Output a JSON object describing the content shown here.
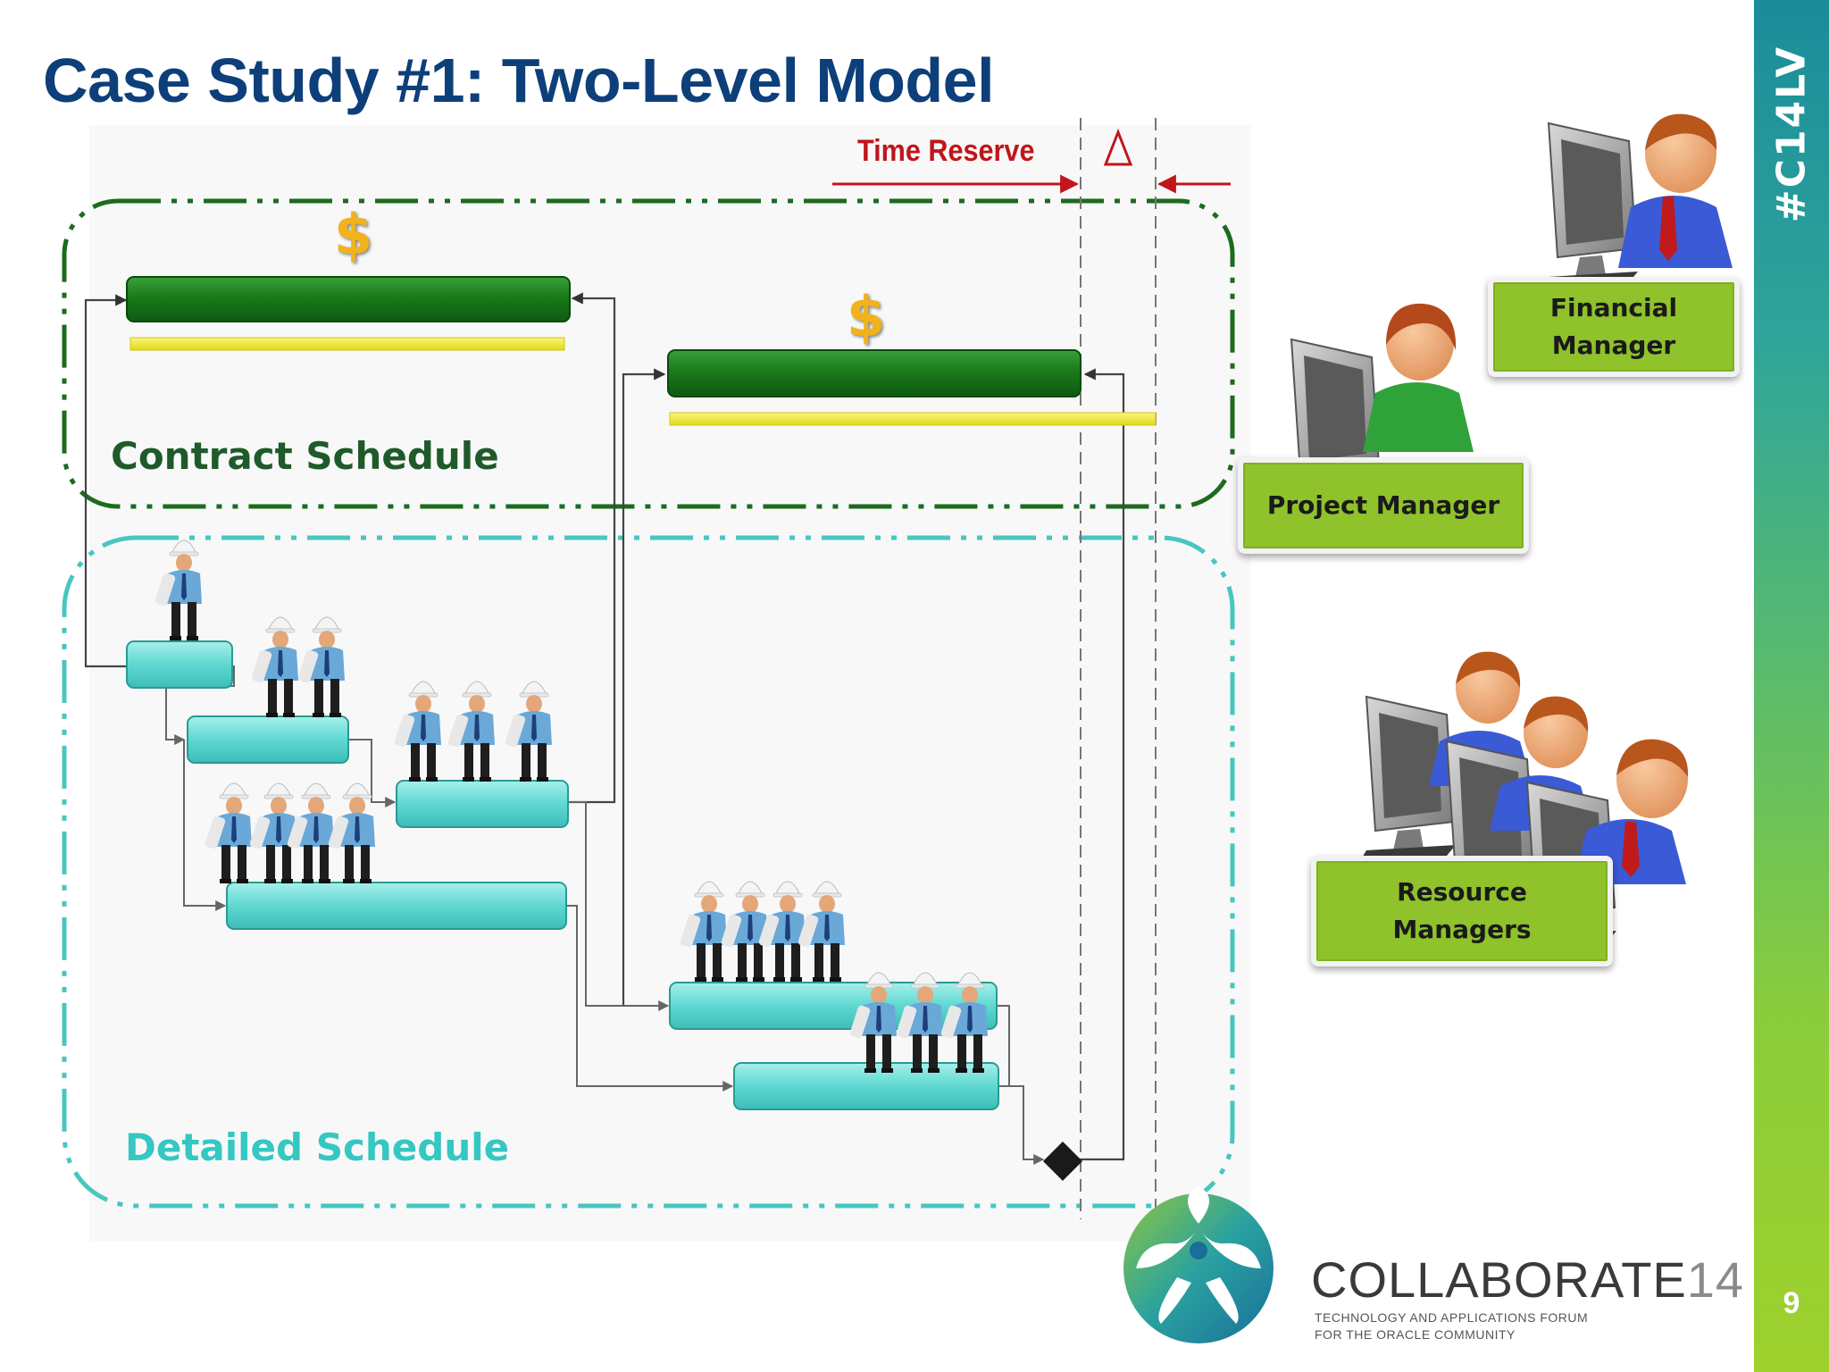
{
  "slide": {
    "title": "Case Study #1: Two-Level Model",
    "hashtag": "#C14LV",
    "page_number": "9"
  },
  "diagram": {
    "time_reserve_label": "Time Reserve",
    "delta_symbol": "Δ",
    "contract_schedule_label": "Contract Schedule",
    "detailed_schedule_label": "Detailed Schedule",
    "currency_symbol": "$"
  },
  "roles": {
    "financial_manager": "Financial\nManager",
    "project_manager": "Project Manager",
    "resource_managers": "Resource\nManagers"
  },
  "branding": {
    "name": "COLLABORATE",
    "year": "14",
    "tagline": "TECHNOLOGY AND APPLICATIONS FORUM\nFOR THE ORACLE COMMUNITY"
  },
  "colors": {
    "title": "#0d3f7a",
    "contract_bar": "#1c7a1c",
    "baseline_bar": "#f0ea2a",
    "detail_bar": "#5fd8d2",
    "contract_border": "#1d6b1d",
    "detail_border": "#48c6c0",
    "reserve": "#c0161b",
    "role_box": "#8fc22b"
  }
}
